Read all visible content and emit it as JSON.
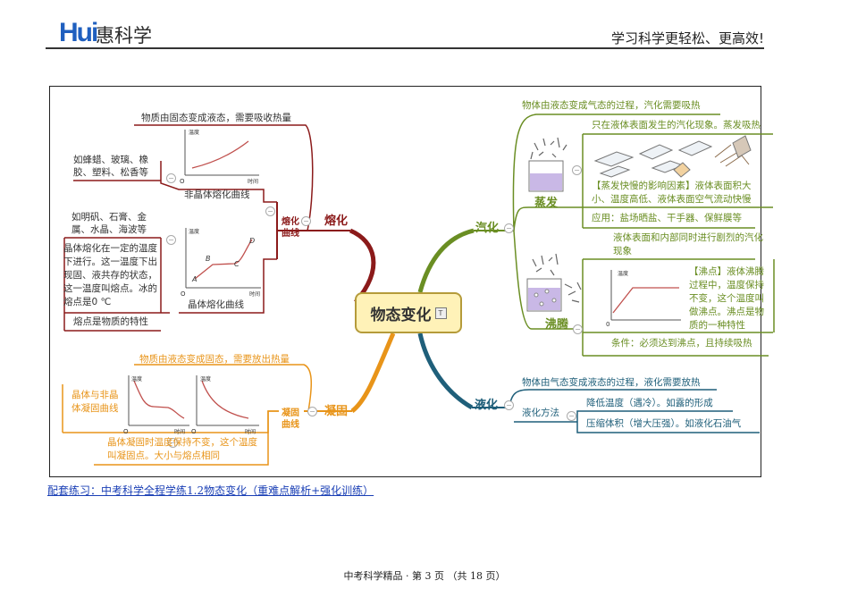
{
  "header": {
    "logo_mark": "Hui",
    "logo_name": "惠科学",
    "slogan": "学习科学更轻松、更高效!"
  },
  "center": {
    "title": "物态变化",
    "icon": "T"
  },
  "colors": {
    "melt": "#8b1a1a",
    "solidify": "#e89419",
    "vaporize": "#6a8e23",
    "liquefy": "#1f5f7a",
    "center_fill": "#fff2b8"
  },
  "melt": {
    "label": "熔化",
    "sub_label": "熔化曲线",
    "definition": "物质由固态变成液态，需要吸收热量",
    "amorphous_examples": "如蜂蜡、玻璃、橡胶、塑料、松香等",
    "amorphous_curve": "非晶体熔化曲线",
    "crystal_examples": "如明矾、石膏、金属、水晶、海波等",
    "crystal_desc": "晶体熔化在一定的温度下进行。这一温度下出现固、液共存的状态，这一温度叫熔点。冰的熔点是0 ℃",
    "crystal_curve": "晶体熔化曲线",
    "melting_point_note": "熔点是物质的特性",
    "graph_y": "温度",
    "graph_x": "时间",
    "origin": "O",
    "points": [
      "A",
      "B",
      "C",
      "D"
    ]
  },
  "solidify": {
    "label": "凝固",
    "sub_label": "凝固曲线",
    "definition": "物质由液态变成固态，需要放出热量",
    "curves_label": "晶体与非晶体凝固曲线",
    "desc": "晶体凝固时温度保持不变，这个温度叫凝固点。大小与熔点相同",
    "graph_y": "温度",
    "graph_x": "时间",
    "origin": "O"
  },
  "vaporize": {
    "label": "汽化",
    "definition": "物体由液态变成气态的过程，汽化需要吸热",
    "evap_label": "蒸发",
    "evap_def": "只在液体表面发生的汽化现象。蒸发吸热",
    "evap_factors": "【蒸发快慢的影响因素】液体表面积大小、温度高低、液体表面空气流动快慢",
    "evap_apps": "应用：盐场晒盐、干手器、保鲜膜等",
    "boil_label": "沸腾",
    "boil_def": "液体表面和内部同时进行剧烈的汽化现象",
    "boil_point": "【沸点】液体沸腾过程中，温度保持不变，这个温度叫做沸点。沸点是物质的一种特性",
    "boil_condition": "条件：必须达到沸点，且持续吸热",
    "graph_y": "温度",
    "origin": "0"
  },
  "liquefy": {
    "label": "液化",
    "definition": "物体由气态变成液态的过程，液化需要放热",
    "method_label": "液化方法",
    "method_1": "降低温度（遇冷）。如露的形成",
    "method_2": "压缩体积（增大压强）。如液化石油气"
  },
  "footer": {
    "link": "配套练习：中考科学全程学练1.2物态变化（重难点解析+强化训练）",
    "page": "中考科学精品 · 第 3 页 （共 18 页）"
  }
}
